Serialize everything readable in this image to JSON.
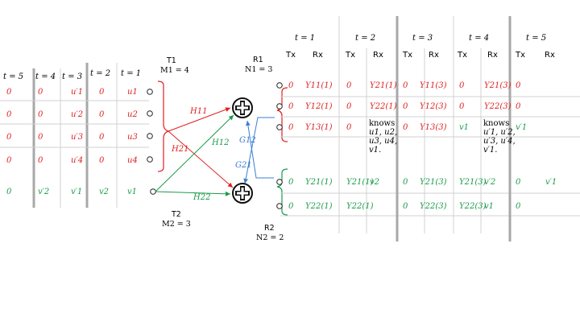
{
  "colors": {
    "user1": "#e02020",
    "user2": "#1a9a4a",
    "cross": "#3a7fd5",
    "divider": "#a8a8a8"
  },
  "left_headers": [
    "t = 5",
    "t = 4",
    "t = 3",
    "t = 2",
    "t = 1"
  ],
  "left_red_rows": [
    [
      "0",
      "0",
      "u′1",
      "0",
      "u1"
    ],
    [
      "0",
      "0",
      "u′2",
      "0",
      "u2"
    ],
    [
      "0",
      "0",
      "u′3",
      "0",
      "u3"
    ],
    [
      "0",
      "0",
      "u′4",
      "0",
      "u4"
    ]
  ],
  "left_green_row": [
    "0",
    "v′2",
    "v′1",
    "v2",
    "v1"
  ],
  "labels": {
    "t1": "T1",
    "m1": "M1 = 4",
    "t2": "T2",
    "m2": "M2 = 3",
    "r1": "R1",
    "n1": "N1 = 3",
    "r2": "R2",
    "n2": "N2 = 2",
    "h11": "H11",
    "h21": "H21",
    "h12": "H12",
    "h22": "H22",
    "g12": "G12",
    "g21": "G21",
    "plus": "+"
  },
  "right_time_headers": [
    "t = 1",
    "t = 2",
    "t = 3",
    "t = 4",
    "t = 5"
  ],
  "txrx": {
    "tx": "Tx",
    "rx": "Rx"
  },
  "right_red_rows": [
    [
      "0",
      "Y11(1)",
      "0",
      "Y21(1)",
      "0",
      "Y11(3)",
      "0",
      "Y21(3)",
      "0",
      ""
    ],
    [
      "0",
      "Y12(1)",
      "0",
      "Y22(1)",
      "0",
      "Y12(3)",
      "0",
      "Y22(3)",
      "0",
      ""
    ],
    [
      "0",
      "Y13(1)",
      "0",
      "",
      "0",
      "Y13(3)",
      "v1",
      "",
      "v′1",
      ""
    ]
  ],
  "right_green_rows": [
    [
      "0",
      "Y21(1)",
      "Y21(1)",
      "v2",
      "0",
      "Y21(3)",
      "Y21(3)",
      "v′2",
      "0",
      "v′1"
    ],
    [
      "0",
      "Y22(1)",
      "Y22(1)",
      "",
      "0",
      "Y22(3)",
      "Y22(3)",
      "v1",
      "0",
      ""
    ]
  ],
  "knows_t2": [
    "knows",
    "u1, u2,",
    "u3, u4,",
    "v1."
  ],
  "knows_t4": [
    "knows",
    "u′1, u′2,",
    "u′3, u′4,",
    "v′1."
  ]
}
